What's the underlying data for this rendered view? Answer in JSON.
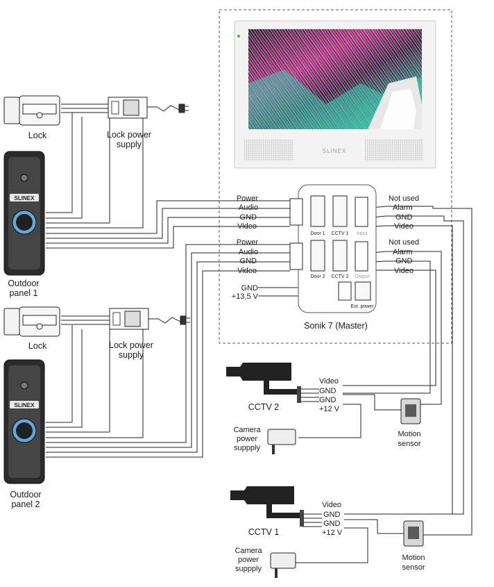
{
  "lock1": {
    "label": "Lock"
  },
  "lock_ps1": {
    "line1": "Lock power",
    "line2": "supply"
  },
  "panel1": {
    "brand": "SLINEX",
    "line1": "Outdoor",
    "line2": "panel 1"
  },
  "lock2": {
    "label": "Lock"
  },
  "lock_ps2": {
    "line1": "Lock power",
    "line2": "supply"
  },
  "panel2": {
    "brand": "SLINEX",
    "line1": "Outdoor",
    "line2": "panel 2"
  },
  "monitor": {
    "brand": "SLINEX",
    "caption": "Sonik 7 (Master)"
  },
  "door1_wires": [
    "Power",
    "Audio",
    "GND",
    "Video"
  ],
  "door2_wires": [
    "Power",
    "Audio",
    "GND",
    "Video"
  ],
  "input_wires": [
    "Not used",
    "Alarm",
    "GND",
    "Video"
  ],
  "output_wires": [
    "Not used",
    "Alarm",
    "GND",
    "Video"
  ],
  "ext_power_wires": [
    "GND",
    "+13,5 V"
  ],
  "connectors": {
    "door1": "Door 1",
    "cctv1": "CCTV 1",
    "input": "Input",
    "door2": "Door 2",
    "cctv2": "CCTV 2",
    "output": "Output",
    "ext_power": "Ext. power"
  },
  "cctv2": {
    "label": "CCTV 2",
    "wires": [
      "Video",
      "GND",
      "GND",
      "+12 V"
    ]
  },
  "cctv1": {
    "label": "CCTV 1",
    "wires": [
      "Video",
      "GND",
      "GND",
      "+12 V"
    ]
  },
  "camera_ps2": {
    "line1": "Camera",
    "line2": "power",
    "line3": "suppply"
  },
  "camera_ps1": {
    "line1": "Camera",
    "line2": "power",
    "line3": "suppply"
  },
  "motion2": {
    "line1": "Motion",
    "line2": "sensor"
  },
  "motion1": {
    "line1": "Motion",
    "line2": "sensor"
  }
}
